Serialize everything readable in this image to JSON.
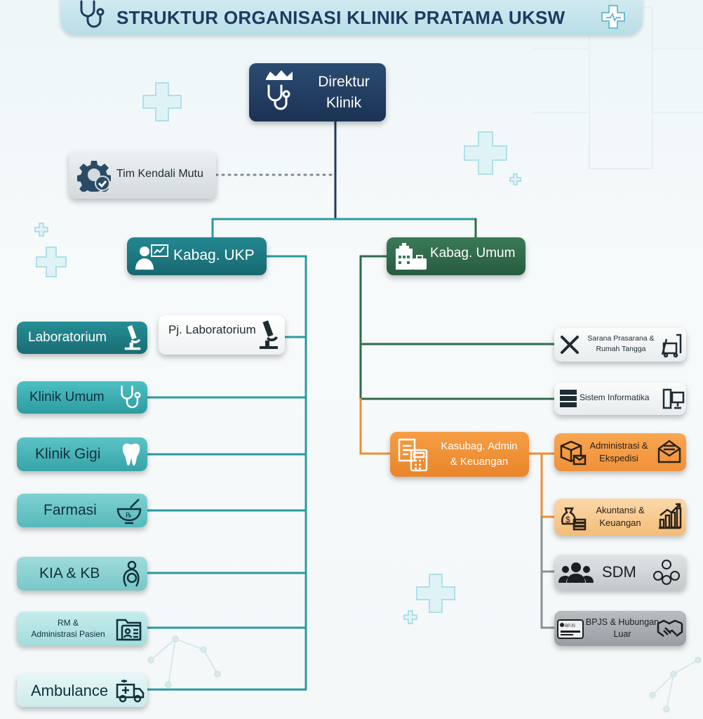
{
  "title": "STRUKTUR ORGANISASI KLINIK PRATAMA UKSW",
  "director": {
    "line1": "Direktur",
    "line2": "Klinik"
  },
  "quality_team": "Tim Kendali Mutu",
  "ukp": {
    "head": "Kabag. UKP",
    "pj_lab": "Pj. Laboratorium",
    "units": [
      "Laboratorium",
      "Klinik Umum",
      "Klinik Gigi",
      "Farmasi",
      "KIA & KB",
      "RM & Administrasi Pasien",
      "Ambulance"
    ]
  },
  "umum": {
    "head": "Kabag. Umum",
    "sarana_line1": "Sarana Prasarana &",
    "sarana_line2": "Rumah Tangga",
    "sistem": "Sistem Informatika",
    "kasubag_line1": "Kasubag. Admin",
    "kasubag_line2": "& Keuangan",
    "sub": {
      "admin_line1": "Administrasi &",
      "admin_line2": "Ekspedisi",
      "akun_line1": "Akuntansi &",
      "akun_line2": "Keuangan",
      "sdm": "SDM",
      "bpjs_line1": "BPJS & Hubungan",
      "bpjs_line2": "Luar",
      "bpjs_badge": "BPJS"
    }
  },
  "rm_line1": "RM &",
  "rm_line2": "Administrasi Pasien",
  "colors": {
    "navy": "#1f3a5f",
    "teal": "#2a9aa1",
    "green": "#2f6b4a",
    "orange": "#ef8e31",
    "grey": "#8b9196"
  }
}
